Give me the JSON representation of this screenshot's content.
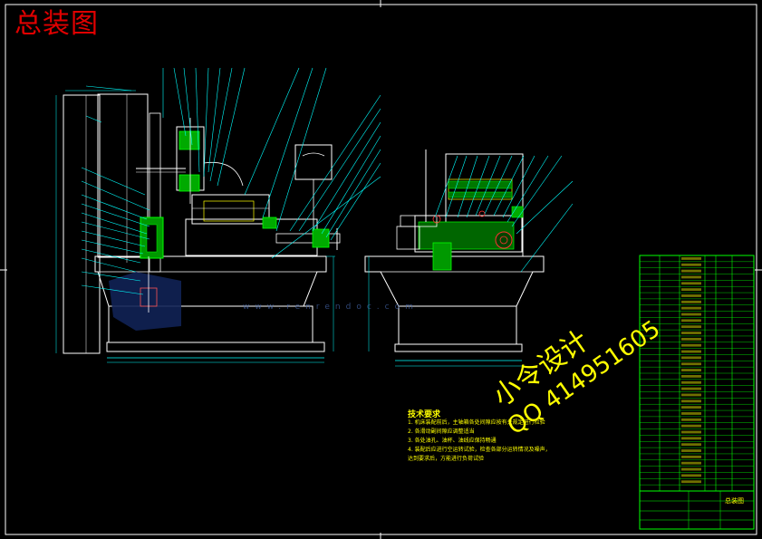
{
  "page": {
    "title": "总装图"
  },
  "tech_requirements": {
    "heading": "技术要求",
    "items": [
      "1. 机床装配前后，主轴箱各处间隙应按有关规定进行检验",
      "2. 各滑动副间隙应调整适当",
      "3. 各处油孔、油杯、油线应保持畅通",
      "4. 装配后应进行空运转试验，检查各部分运转情况及噪声，",
      "   达到要求后，方能进行负荷试验"
    ]
  },
  "watermarks": {
    "designer": "小令设计",
    "qq": "QQ 414951605",
    "site": "www.renrendoc.com"
  },
  "title_block": {
    "name": "总装图"
  },
  "colors": {
    "background": "#000000",
    "line": "#ffffff",
    "green": "#00ff00",
    "cyan": "#00ffff",
    "yellow": "#ffff00",
    "red": "#ff0000",
    "title_red": "#e00000",
    "watermark_blue": "#3355aa"
  }
}
